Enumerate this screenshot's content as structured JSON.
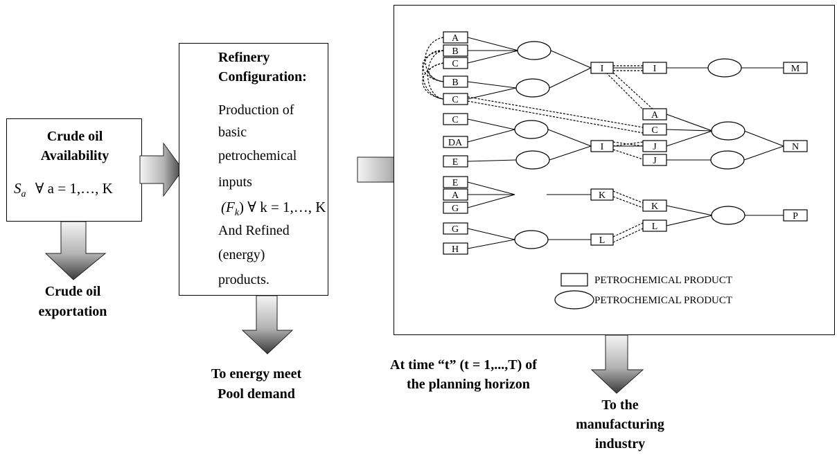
{
  "crude_box": {
    "title_line1": "Crude oil",
    "title_line2": "Availability",
    "formula_var": "S",
    "formula_sub": "a",
    "formula_rest": "∀  a = 1,…, K"
  },
  "crude_export": {
    "line1": "Crude oil",
    "line2": "exportation"
  },
  "refinery_box": {
    "title_line1": "Refinery",
    "title_line2": "Configuration:",
    "body_lines": [
      "Production of",
      "basic",
      "petrochemical",
      "inputs"
    ],
    "formula_var": "(F",
    "formula_sub": "k",
    "formula_rest": ")  ∀  k = 1,…, K",
    "tail_lines": [
      "And Refined",
      "(energy)",
      "products."
    ]
  },
  "energy_output": {
    "line1": "To energy meet",
    "line2": "Pool demand"
  },
  "network": {
    "column1": [
      "A",
      "B",
      "C",
      "B",
      "C",
      "C",
      "DA",
      "E",
      "E",
      "A",
      "G",
      "G",
      "H"
    ],
    "mid_nodes": [
      "I",
      "I",
      "K",
      "L"
    ],
    "mid2_nodes": [
      "I",
      "A",
      "C",
      "J",
      "J",
      "K",
      "L"
    ],
    "final_nodes": [
      "M",
      "N",
      "P"
    ],
    "legend": [
      {
        "shape": "rectangle",
        "label": "PETROCHEMICAL PRODUCT"
      },
      {
        "shape": "ellipse",
        "label": "PETROCHEMICAL PRODUCT"
      }
    ]
  },
  "time_caption": {
    "line1": "At time “t” (t = 1,...,T) of",
    "line2": "the planning horizon"
  },
  "manufacturing_output": {
    "line1": "To the",
    "line2": "manufacturing",
    "line3": "industry"
  },
  "colors": {
    "arrow_light": "#f2f2f2",
    "arrow_dark": "#3c3c3c",
    "border": "#000000"
  }
}
